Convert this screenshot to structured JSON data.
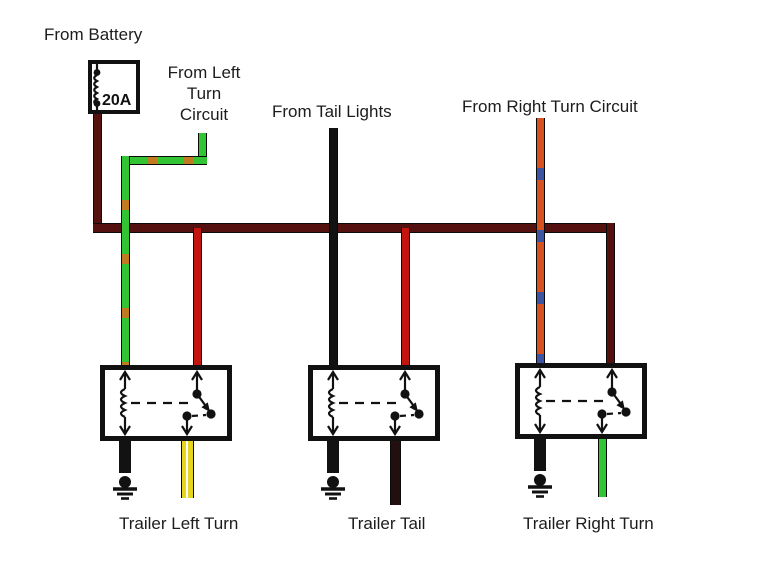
{
  "diagram": {
    "source_labels": {
      "battery": "From Battery",
      "left_turn": "From Left\nTurn\nCircuit",
      "tail_lights": "From Tail Lights",
      "right_turn": "From Right Turn Circuit"
    },
    "fuse": {
      "rating": "20A"
    },
    "output_labels": {
      "left": "Trailer Left Turn",
      "tail": "Trailer Tail",
      "right": "Trailer Right Turn"
    },
    "icons": {
      "fuse": "fuse-icon",
      "relay": "relay-symbol",
      "ground": "ground-icon"
    },
    "colors": {
      "wire_battery_bus": "#551110",
      "wire_turn_feed_red": "#c41410",
      "wire_left_turn_green": "#33c433",
      "wire_left_turn_stripe": "#c17a20",
      "wire_right_turn_orange": "#d85220",
      "wire_right_turn_stripe": "#3c55a2",
      "wire_tail_black": "#121212",
      "wire_trailer_left_yellow": "#e6d41e",
      "wire_trailer_tail_brown": "#221010",
      "wire_trailer_right_green": "#33c433",
      "outline_black": "#0a0a0a",
      "text": "#1c1c1c"
    }
  }
}
